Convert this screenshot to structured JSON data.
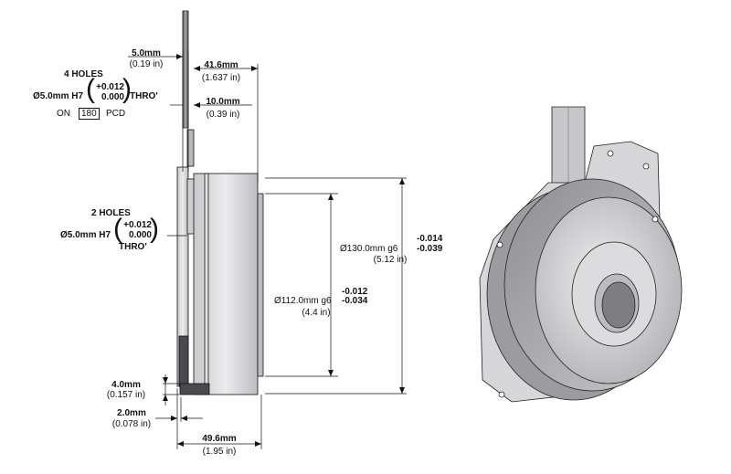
{
  "dims": {
    "d5_mm": "5.0mm",
    "d5_in": "(0.19 in)",
    "d416_mm": "41.6mm",
    "d416_in": "(1.637 in)",
    "d10_mm": "10.0mm",
    "d10_in": "(0.39 in)",
    "d4_mm": "4.0mm",
    "d4_in": "(0.157 in)",
    "d2_mm": "2.0mm",
    "d2_in": "(0.078 in)",
    "d496_mm": "49.6mm",
    "d496_in": "(1.95 in)",
    "d130_main": "Ø130.0mm g6",
    "d130_tol_upper": "-0.014",
    "d130_tol_lower": "-0.039",
    "d130_in": "(5.12 in)",
    "d112_main": "Ø112.0mm g6",
    "d112_tol_upper": "-0.012",
    "d112_tol_lower": "-0.034",
    "d112_in": "(4.4 in)"
  },
  "holes4": {
    "title": "4 HOLES",
    "spec": "Ø5.0mm H7",
    "tol_upper": "+0.012",
    "tol_lower": "0.000",
    "thro": "THRO'",
    "on": "ON",
    "pcd_value": "180",
    "pcd": "PCD"
  },
  "holes2": {
    "title": "2 HOLES",
    "spec": "Ø5.0mm H7",
    "tol_upper": "+0.012",
    "tol_lower": "0.000",
    "thro": "THRO'"
  },
  "colors": {
    "line": "#111111",
    "body": "#d6d6d9",
    "dark": "#4a4a4e",
    "shade": "#9a9a9e"
  }
}
